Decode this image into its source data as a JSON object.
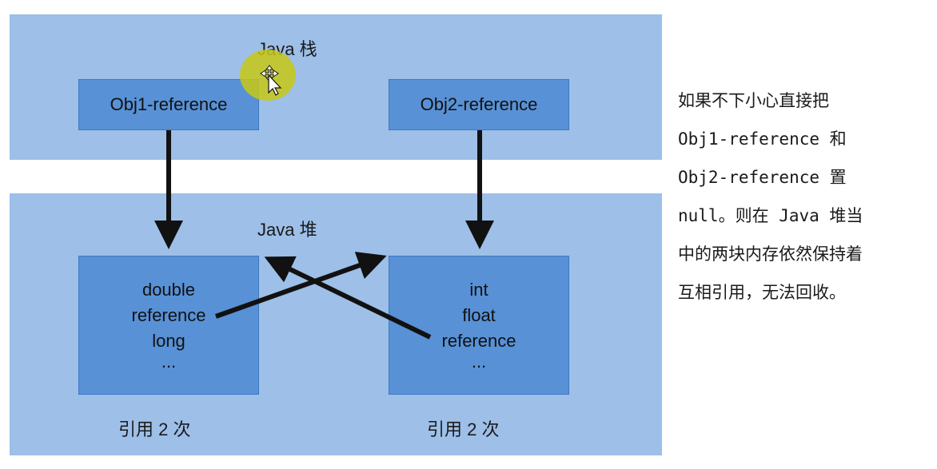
{
  "stack": {
    "title": "Java 栈",
    "obj1_ref": "Obj1-reference",
    "obj2_ref": "Obj2-reference"
  },
  "heap": {
    "title": "Java 堆",
    "obj1_fields": [
      "double",
      "reference",
      "long",
      "..."
    ],
    "obj2_fields": [
      "int",
      "float",
      "reference",
      "..."
    ],
    "obj1_count": "引用 2 次",
    "obj2_count": "引用 2 次"
  },
  "explanation": {
    "lines": [
      "如果不下小心直接把",
      "Obj1-reference 和",
      "Obj2-reference 置",
      "null。则在 Java 堆当",
      "中的两块内存依然保持着",
      "互相引用，无法回收。"
    ]
  },
  "colors": {
    "region_bg": "#9dbfe8",
    "box_fill": "#5891d6",
    "arrow": "#111111",
    "cursor_highlight": "#c8c814"
  },
  "icons": {
    "cursor": "move-cursor-icon"
  }
}
